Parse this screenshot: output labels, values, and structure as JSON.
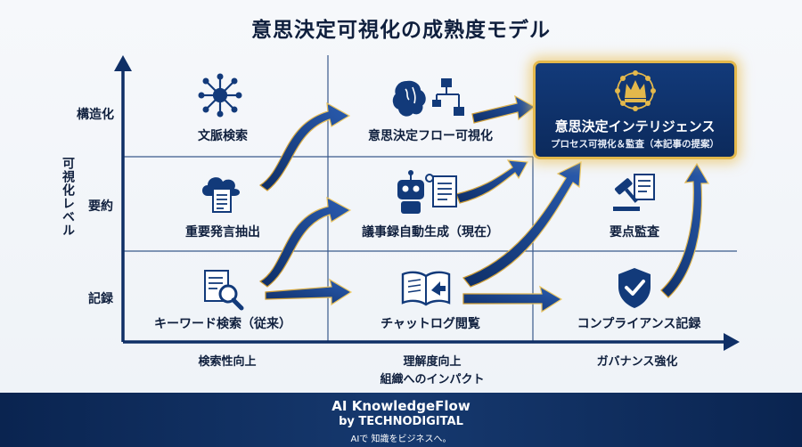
{
  "title": "意思決定可視化の成熟度モデル",
  "y_axis": {
    "title": "可視化レベル",
    "rows": [
      "構造化",
      "要約",
      "記録"
    ]
  },
  "x_axis": {
    "columns": [
      "検索性向上",
      "理解度向上",
      "ガバナンス強化"
    ],
    "title": "組織へのインパクト"
  },
  "cells": {
    "r1c1": {
      "label": "文脈検索",
      "icon": "network-nodes-icon"
    },
    "r1c2": {
      "label": "意思決定フロー可視化",
      "icon": "brain-flowchart-icon"
    },
    "r2c1": {
      "label": "重要発言抽出",
      "icon": "cloud-document-icon"
    },
    "r2c2": {
      "label": "議事録自動生成（現在）",
      "icon": "robot-document-icon"
    },
    "r2c3": {
      "label": "要点監査",
      "icon": "gavel-document-icon"
    },
    "r3c1": {
      "label": "キーワード検索（従来）",
      "icon": "document-magnifier-icon"
    },
    "r3c2": {
      "label": "チャットログ閲覧",
      "icon": "open-book-icon"
    },
    "r3c3": {
      "label": "コンプライアンス記録",
      "icon": "shield-check-icon"
    }
  },
  "highlight": {
    "title": "意思決定インテリジェンス",
    "subtitle": "プロセス可視化＆監査（本記事の提案）",
    "icon": "crown-network-icon"
  },
  "footer": {
    "brand": "AI KnowledgeFlow",
    "company": "by TECHNODIGITAL",
    "tagline": "AIで 知識をビジネスへ。"
  },
  "colors": {
    "navy": "#0f1f3d",
    "arrow_blue": "#1a4690",
    "gold": "#e3b84c",
    "footer_bg": "#0a2450"
  }
}
